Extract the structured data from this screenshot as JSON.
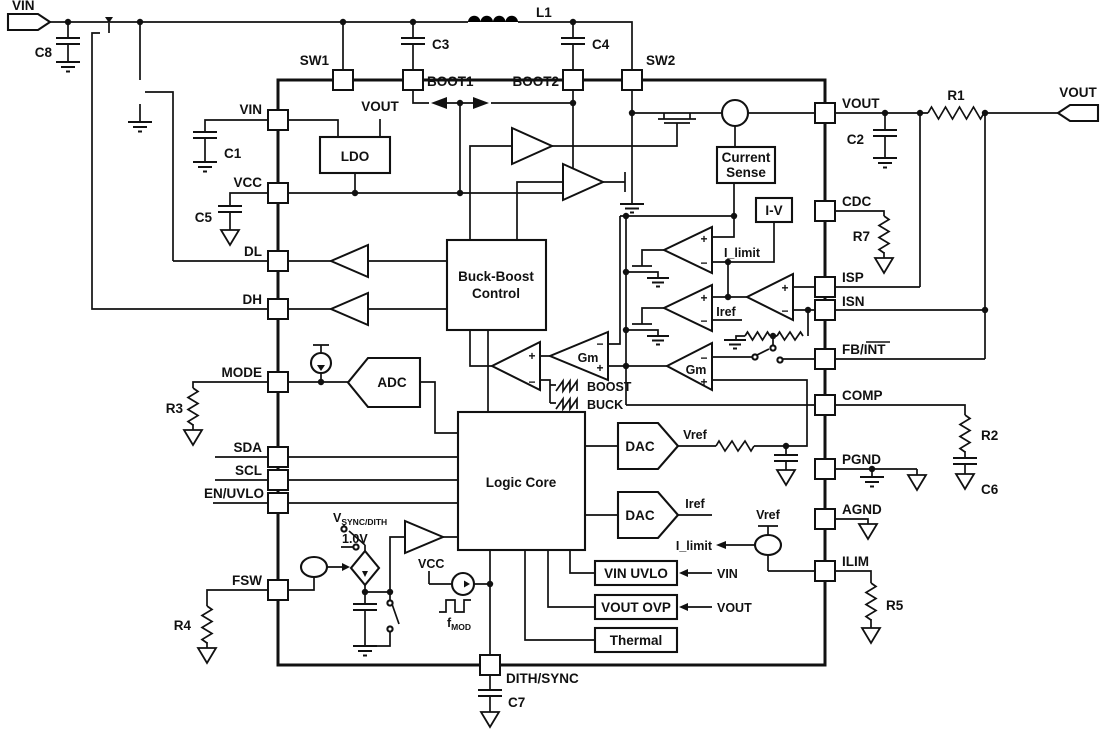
{
  "colors": {
    "ink": "#111111",
    "background": "#ffffff"
  },
  "labels": {
    "io": {
      "vin_tag": "VIN",
      "vout_tag": "VOUT"
    },
    "pins": {
      "sw1": "SW1",
      "boot1": "BOOT1",
      "boot2": "BOOT2",
      "sw2": "SW2",
      "vin": "VIN",
      "vcc": "VCC",
      "dl": "DL",
      "dh": "DH",
      "mode": "MODE",
      "sda": "SDA",
      "scl": "SCL",
      "en_uvlo": "EN/UVLO",
      "fsw": "FSW",
      "vout": "VOUT",
      "cdc": "CDC",
      "isp": "ISP",
      "isn": "ISN",
      "fb": "FB/",
      "int_bar": "INT",
      "comp": "COMP",
      "pgnd": "PGND",
      "agnd": "AGND",
      "ilim": "ILIM",
      "dith_sync": "DITH/SYNC"
    },
    "components": {
      "c1": "C1",
      "c2": "C2",
      "c3": "C3",
      "c4": "C4",
      "c5": "C5",
      "c6": "C6",
      "c7": "C7",
      "c8": "C8",
      "l1": "L1",
      "r1": "R1",
      "r2": "R2",
      "r3": "R3",
      "r4": "R4",
      "r5": "R5",
      "r7": "R7"
    },
    "blocks": {
      "ldo": "LDO",
      "buck_boost_line1": "Buck-Boost",
      "buck_boost_line2": "Control",
      "logic_core": "Logic Core",
      "adc": "ADC",
      "dac": "DAC",
      "current_sense_line1": "Current",
      "current_sense_line2": "Sense",
      "iv": "I-V",
      "vin_uvlo": "VIN UVLO",
      "vout_ovp": "VOUT OVP",
      "thermal": "Thermal"
    },
    "signals": {
      "vref": "Vref",
      "iref": "Iref",
      "i_limit": "I_limit",
      "gm": "Gm",
      "boost": "BOOST",
      "buck": "BUCK",
      "v": "V",
      "sync_dith": "SYNC/DITH",
      "one_v": "1.0V",
      "f": "f",
      "mod": "MOD",
      "vcc": "VCC",
      "vin": "VIN",
      "vout": "VOUT",
      "plus": "+",
      "minus": "−"
    }
  }
}
